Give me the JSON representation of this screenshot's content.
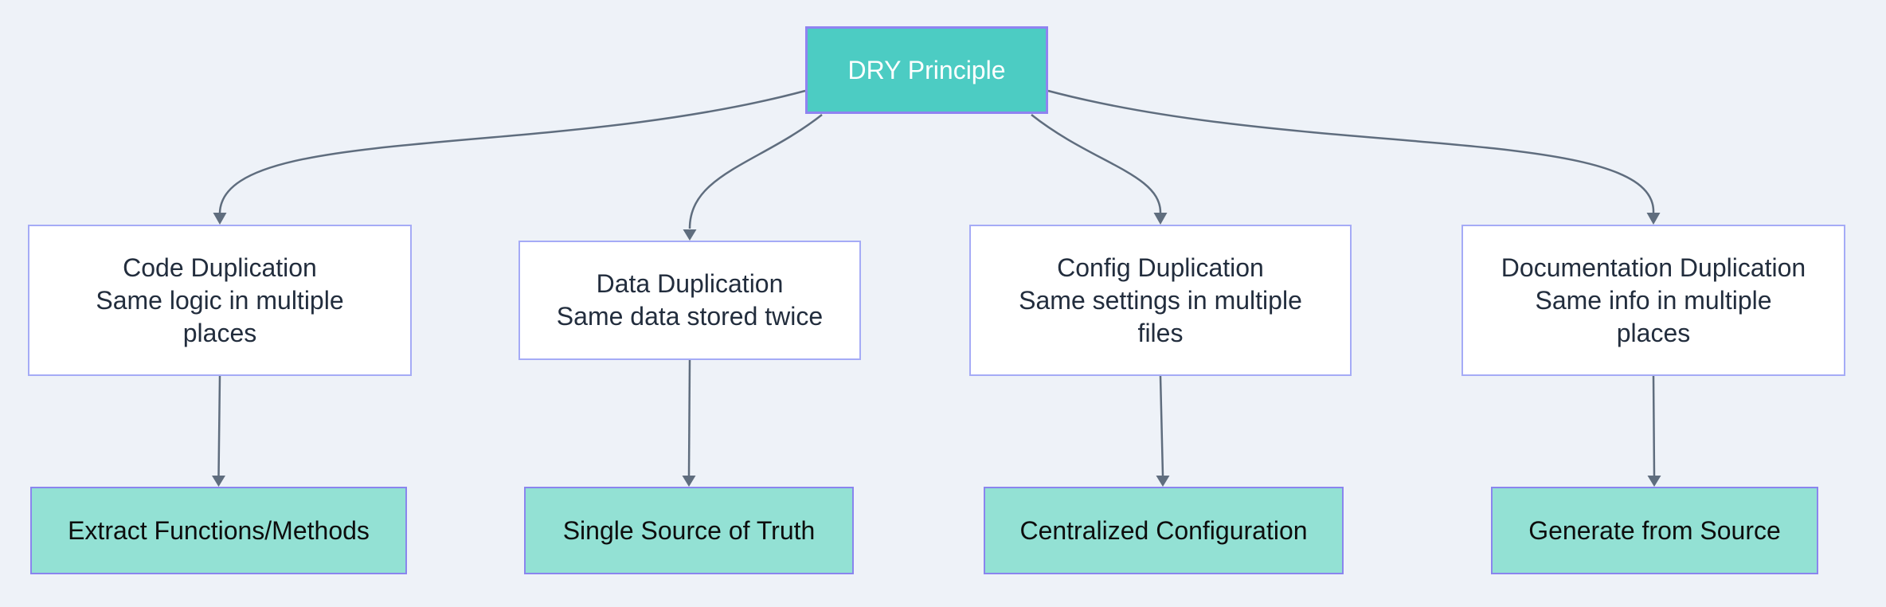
{
  "diagram": {
    "type": "flowchart",
    "title": "DRY Principle diagram",
    "root": {
      "label": "DRY Principle"
    },
    "problems": [
      {
        "id": "code",
        "lines": [
          "Code Duplication",
          "Same logic in multiple",
          "places"
        ]
      },
      {
        "id": "data",
        "lines": [
          "Data Duplication",
          "Same data stored twice"
        ]
      },
      {
        "id": "config",
        "lines": [
          "Config Duplication",
          "Same settings in multiple",
          "files"
        ]
      },
      {
        "id": "docs",
        "lines": [
          "Documentation Duplication",
          "Same info in multiple",
          "places"
        ]
      }
    ],
    "solutions": [
      {
        "id": "extract",
        "label": "Extract Functions/Methods"
      },
      {
        "id": "ssot",
        "label": "Single Source of Truth"
      },
      {
        "id": "central",
        "label": "Centralized Configuration"
      },
      {
        "id": "generate",
        "label": "Generate from Source"
      }
    ],
    "edges": [
      {
        "from": "root",
        "to": "code"
      },
      {
        "from": "root",
        "to": "data"
      },
      {
        "from": "root",
        "to": "config"
      },
      {
        "from": "root",
        "to": "docs"
      },
      {
        "from": "code",
        "to": "extract"
      },
      {
        "from": "data",
        "to": "ssot"
      },
      {
        "from": "config",
        "to": "central"
      },
      {
        "from": "docs",
        "to": "generate"
      }
    ],
    "colors": {
      "background": "#eef2f8",
      "root_fill": "#4cccc3",
      "root_border": "#8f83f0",
      "root_text": "#ffffff",
      "problem_fill": "#ffffff",
      "problem_border": "#a5abf6",
      "problem_text": "#222d3d",
      "solution_fill": "#93e1d4",
      "solution_border": "#8a85ee",
      "solution_text": "#0d0d0d",
      "edge": "#5f6d7e"
    }
  }
}
